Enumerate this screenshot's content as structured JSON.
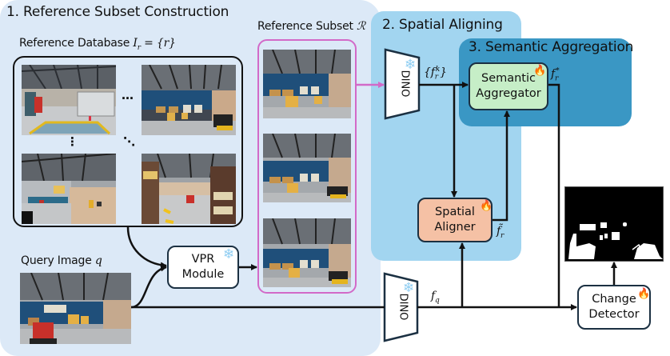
{
  "sections": {
    "reference_subset_construction": "1. Reference Subset Construction",
    "spatial_aligning": "2. Spatial Aligning",
    "semantic_aggregation": "3. Semantic Aggregation"
  },
  "labels": {
    "reference_database_prefix": "Reference Database ",
    "reference_database_math": "Iᵣ = {r}",
    "reference_subset_prefix": "Reference Subset ",
    "reference_subset_math": "ℛ",
    "query_image_prefix": "Query Image ",
    "query_image_math": "q"
  },
  "modules": {
    "vpr": {
      "line1": "VPR",
      "line2": "Module",
      "state": "frozen"
    },
    "semantic_aggregator": {
      "line1": "Semantic",
      "line2": "Aggregator",
      "state": "trainable"
    },
    "spatial_aligner": {
      "line1": "Spatial",
      "line2": "Aligner",
      "state": "trainable"
    },
    "change_detector": {
      "line1": "Change",
      "line2": "Detector",
      "state": "trainable"
    },
    "dino_reference": {
      "label": "DINO",
      "state": "frozen"
    },
    "dino_query": {
      "label": "DINO",
      "state": "frozen"
    }
  },
  "variables": {
    "f_r_k": "{fᵣᵏ}",
    "f_r_star": "fᵣ*",
    "f_r_tilde": "f̃ᵣ",
    "f_q": "f_q"
  },
  "icons": {
    "frozen": "❄",
    "trainable": "🔥",
    "horizontal_ellipsis": "…",
    "vertical_ellipsis": "⋮",
    "diagonal_ellipsis": "⋱"
  },
  "colors": {
    "panel1": "#dce9f7",
    "panel2": "#a2d5f0",
    "panel3": "#3a97c4",
    "semantic_aggregator_fill": "#c6eec7",
    "spatial_aligner_fill": "#f5c1a5",
    "subset_border": "#d26ac8",
    "module_border": "#1b3042"
  }
}
